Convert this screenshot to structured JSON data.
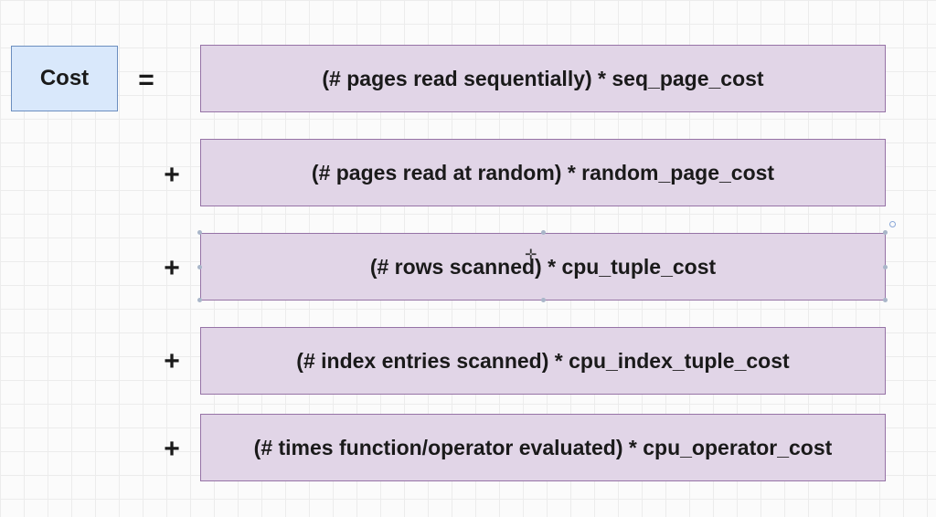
{
  "cost_label": "Cost",
  "equals_sign": "=",
  "terms": [
    {
      "operator": "",
      "text": "(# pages read sequentially) * seq_page_cost"
    },
    {
      "operator": "+",
      "text": "(# pages read at random) * random_page_cost"
    },
    {
      "operator": "+",
      "text": "(# rows scanned) * cpu_tuple_cost"
    },
    {
      "operator": "+",
      "text": "(# index entries scanned) * cpu_index_tuple_cost"
    },
    {
      "operator": "+",
      "text": "(# times function/operator evaluated) * cpu_operator_cost"
    }
  ],
  "colors": {
    "cost_fill": "#d9e8fb",
    "cost_stroke": "#6c8ebf",
    "term_fill": "#e1d5e7",
    "term_stroke": "#9673a6"
  }
}
